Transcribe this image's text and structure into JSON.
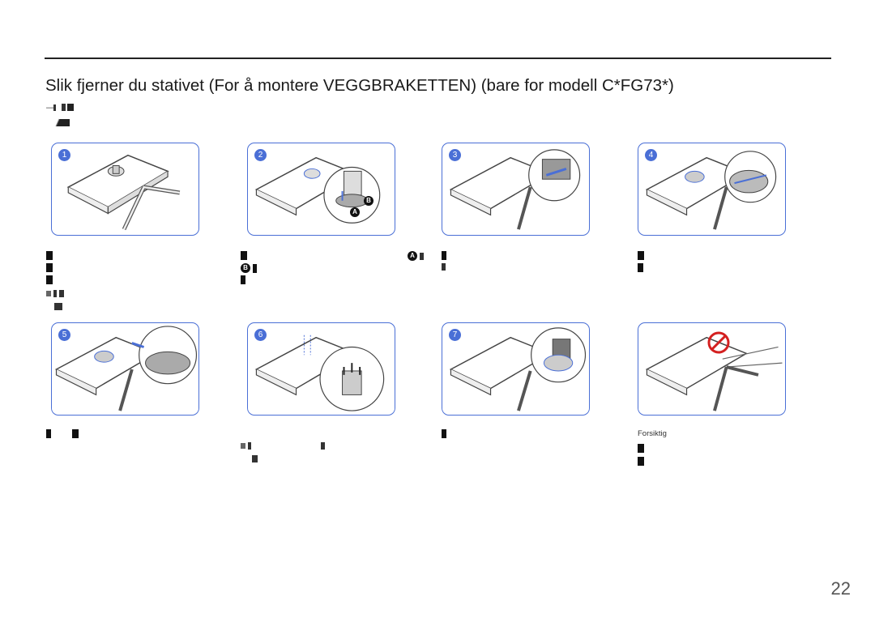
{
  "header": {
    "title": "Slik fjerner du stativet (For å montere VEGGBRAKETTEN) (bare for modell C*FG73*)"
  },
  "note": {
    "mark": "―"
  },
  "steps": [
    {
      "number": "1"
    },
    {
      "number": "2"
    },
    {
      "number": "3"
    },
    {
      "number": "4"
    },
    {
      "number": "5"
    },
    {
      "number": "6"
    },
    {
      "number": "7"
    },
    {
      "number": ""
    }
  ],
  "callouts": {
    "a": "A",
    "b": "B"
  },
  "caution": {
    "label": "Forsiktig"
  },
  "page_number": "22",
  "colors": {
    "accent": "#4a6fd6",
    "prohibit": "#d42020"
  }
}
